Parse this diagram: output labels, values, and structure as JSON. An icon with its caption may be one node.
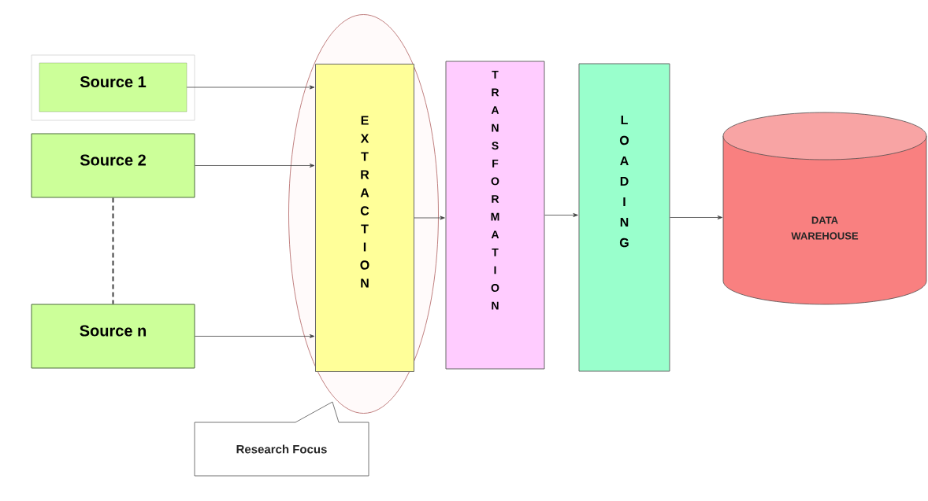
{
  "diagram": {
    "nodes": [
      {
        "text": [
          "Source 1"
        ]
      },
      {
        "text": [
          "Source 2"
        ]
      },
      {
        "text": [
          "Source n"
        ]
      },
      {
        "text": [],
        "shape": "ellipse"
      },
      {
        "text": [
          "EXTRACTION"
        ],
        "in": 3
      },
      {
        "text": [
          "TRANSFORMATION"
        ]
      },
      {
        "text": [
          "LOADING"
        ]
      },
      {
        "text": [
          "DATA WAREHOUSE"
        ]
      },
      {
        "text": [
          "Research Focus"
        ]
      }
    ],
    "edges": [
      {
        "from": 0,
        "to": 4,
        "arrow": "to"
      },
      {
        "from": 1,
        "to": 4,
        "arrow": "to"
      },
      {
        "from": 2,
        "to": 4,
        "arrow": "to"
      },
      {
        "from": 1,
        "to": 2,
        "arrow": "none",
        "style": "dashed"
      },
      {
        "from": 4,
        "to": 5,
        "arrow": "to"
      },
      {
        "from": 5,
        "to": 6,
        "arrow": "to"
      },
      {
        "from": 6,
        "to": 7,
        "arrow": "to"
      }
    ]
  }
}
